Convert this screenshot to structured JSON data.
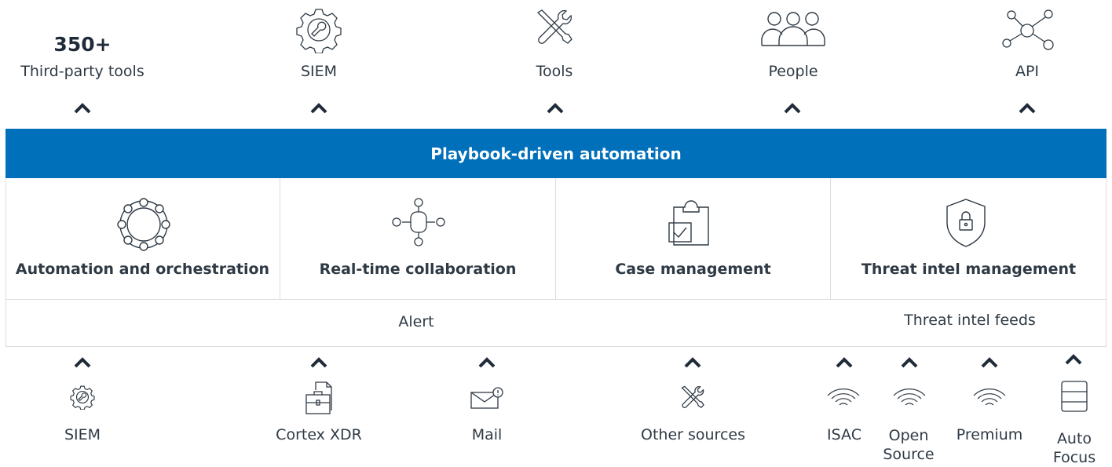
{
  "top": {
    "count": "350+",
    "items": [
      {
        "label": "Third-party tools",
        "icon": "none"
      },
      {
        "label": "SIEM",
        "icon": "gear-wrench-icon"
      },
      {
        "label": "Tools",
        "icon": "tools-icon"
      },
      {
        "label": "People",
        "icon": "people-icon"
      },
      {
        "label": "API",
        "icon": "network-icon"
      }
    ]
  },
  "band": {
    "title": "Playbook-driven automation",
    "color": "#0070bb"
  },
  "cells": [
    {
      "label": "Automation and orchestration",
      "icon": "orchestration-ring-icon"
    },
    {
      "label": "Real-time collaboration",
      "icon": "collaboration-icon"
    },
    {
      "label": "Case management",
      "icon": "clipboard-check-icon"
    },
    {
      "label": "Threat intel management",
      "icon": "shield-lock-icon"
    }
  ],
  "bottom_row": {
    "alert": "Alert",
    "threat_feeds": "Threat intel feeds"
  },
  "sources": [
    {
      "label": "SIEM",
      "icon": "gear-wrench-icon"
    },
    {
      "label": "Cortex XDR",
      "icon": "briefcase-icon"
    },
    {
      "label": "Mail",
      "icon": "mail-alert-icon"
    },
    {
      "label": "Other sources",
      "icon": "tools-icon"
    },
    {
      "label": "ISAC",
      "icon": "wifi-icon"
    },
    {
      "label": "Open Source",
      "icon": "wifi-icon"
    },
    {
      "label": "Premium",
      "icon": "wifi-icon"
    },
    {
      "label": "Auto Focus",
      "icon": "server-icon"
    }
  ]
}
